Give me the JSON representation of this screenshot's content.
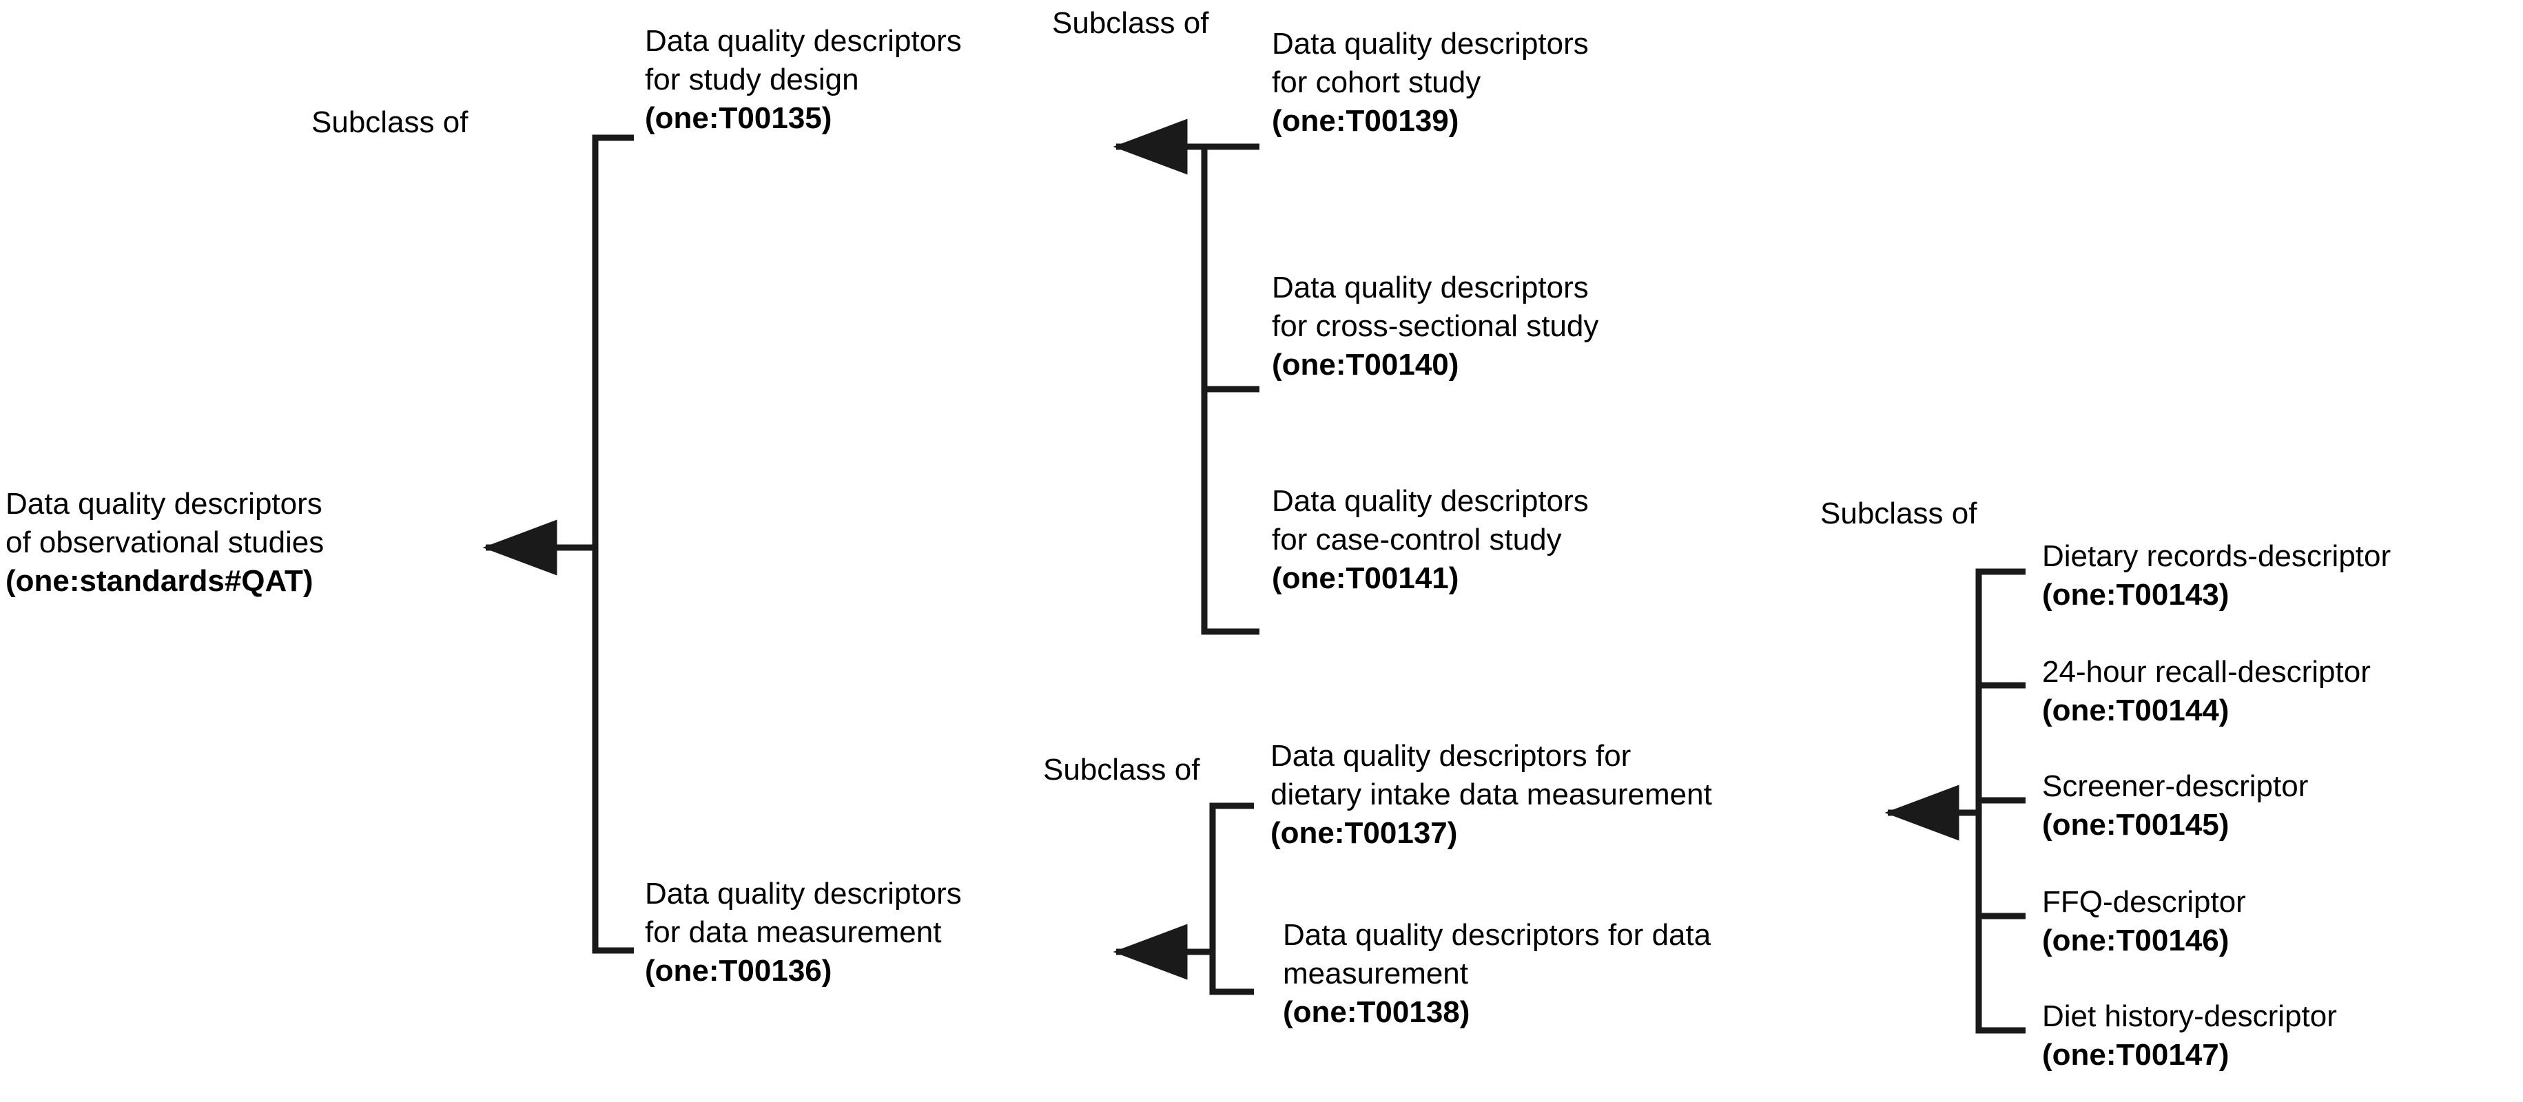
{
  "diagram": {
    "type": "ontology-hierarchy",
    "relation_label": "Subclass of",
    "relation_labels": [
      {
        "id": "rel-left-top",
        "text": "Subclass of"
      },
      {
        "id": "rel-top-right",
        "text": "Subclass of"
      },
      {
        "id": "rel-right-list",
        "text": "Subclass of"
      },
      {
        "id": "rel-bottom-middle",
        "text": "Subclass of"
      }
    ],
    "nodes": [
      {
        "id": "root",
        "title": "Data quality descriptors of observational studies",
        "line1": "Data quality descriptors",
        "line2": "of observational studies",
        "code": "(one:standards#QAT)"
      },
      {
        "id": "study-design",
        "title": "Data quality descriptors for study design",
        "line1": "Data quality descriptors",
        "line2": "for study design",
        "code": "(one:T00135)"
      },
      {
        "id": "data-measurement",
        "title": "Data quality descriptors for data measurement",
        "line1": "Data quality descriptors",
        "line2": "for data measurement",
        "code": "(one:T00136)"
      },
      {
        "id": "cohort-study",
        "title": "Data quality descriptors for cohort study",
        "line1": "Data quality descriptors",
        "line2": "for cohort study",
        "code": "(one:T00139)"
      },
      {
        "id": "cross-sectional-study",
        "title": "Data quality descriptors for cross-sectional study",
        "line1": "Data quality descriptors",
        "line2": "for cross-sectional study",
        "code": "(one:T00140)"
      },
      {
        "id": "case-control-study",
        "title": "Data quality descriptors for case-control study",
        "line1": "Data quality descriptors",
        "line2": "for case-control study",
        "code": "(one:T00141)"
      },
      {
        "id": "dietary-intake-measurement",
        "title": "Data quality descriptors for dietary intake data measurement",
        "line1": "Data quality descriptors for",
        "line2": "dietary intake data measurement",
        "code": "(one:T00137)"
      },
      {
        "id": "data-measurement-sub",
        "title": "Data quality descriptors for data measurement",
        "line1": "Data quality descriptors for data",
        "line2": "measurement",
        "code": "(one:T00138)"
      },
      {
        "id": "dietary-records-descriptor",
        "title": "Dietary records-descriptor",
        "line1": "Dietary records-descriptor",
        "line2": "",
        "code": "(one:T00143)"
      },
      {
        "id": "recall-24h-descriptor",
        "title": "24-hour recall-descriptor",
        "line1": "24-hour recall-descriptor",
        "line2": "",
        "code": "(one:T00144)"
      },
      {
        "id": "screener-descriptor",
        "title": "Screener-descriptor",
        "line1": "Screener-descriptor",
        "line2": "",
        "code": "(one:T00145)"
      },
      {
        "id": "ffq-descriptor",
        "title": "FFQ-descriptor",
        "line1": "FFQ-descriptor",
        "line2": "",
        "code": "(one:T00146)"
      },
      {
        "id": "diet-history-descriptor",
        "title": "Diet history-descriptor",
        "line1": "Diet history-descriptor",
        "line2": "",
        "code": "(one:T00147)"
      }
    ],
    "edges": [
      {
        "from": "study-design",
        "to": "root",
        "label": "Subclass of"
      },
      {
        "from": "data-measurement",
        "to": "root",
        "label": "Subclass of"
      },
      {
        "from": "cohort-study",
        "to": "study-design",
        "label": "Subclass of"
      },
      {
        "from": "cross-sectional-study",
        "to": "study-design",
        "label": "Subclass of"
      },
      {
        "from": "case-control-study",
        "to": "study-design",
        "label": "Subclass of"
      },
      {
        "from": "dietary-intake-measurement",
        "to": "data-measurement",
        "label": "Subclass of"
      },
      {
        "from": "data-measurement-sub",
        "to": "data-measurement",
        "label": "Subclass of"
      },
      {
        "from": "dietary-records-descriptor",
        "to": "dietary-intake-measurement",
        "label": "Subclass of"
      },
      {
        "from": "recall-24h-descriptor",
        "to": "dietary-intake-measurement",
        "label": "Subclass of"
      },
      {
        "from": "screener-descriptor",
        "to": "dietary-intake-measurement",
        "label": "Subclass of"
      },
      {
        "from": "ffq-descriptor",
        "to": "dietary-intake-measurement",
        "label": "Subclass of"
      },
      {
        "from": "diet-history-descriptor",
        "to": "dietary-intake-measurement",
        "label": "Subclass of"
      }
    ],
    "colors": {
      "background": "#ffffff",
      "text": "#000000",
      "connector": "#1a1a1a"
    }
  }
}
